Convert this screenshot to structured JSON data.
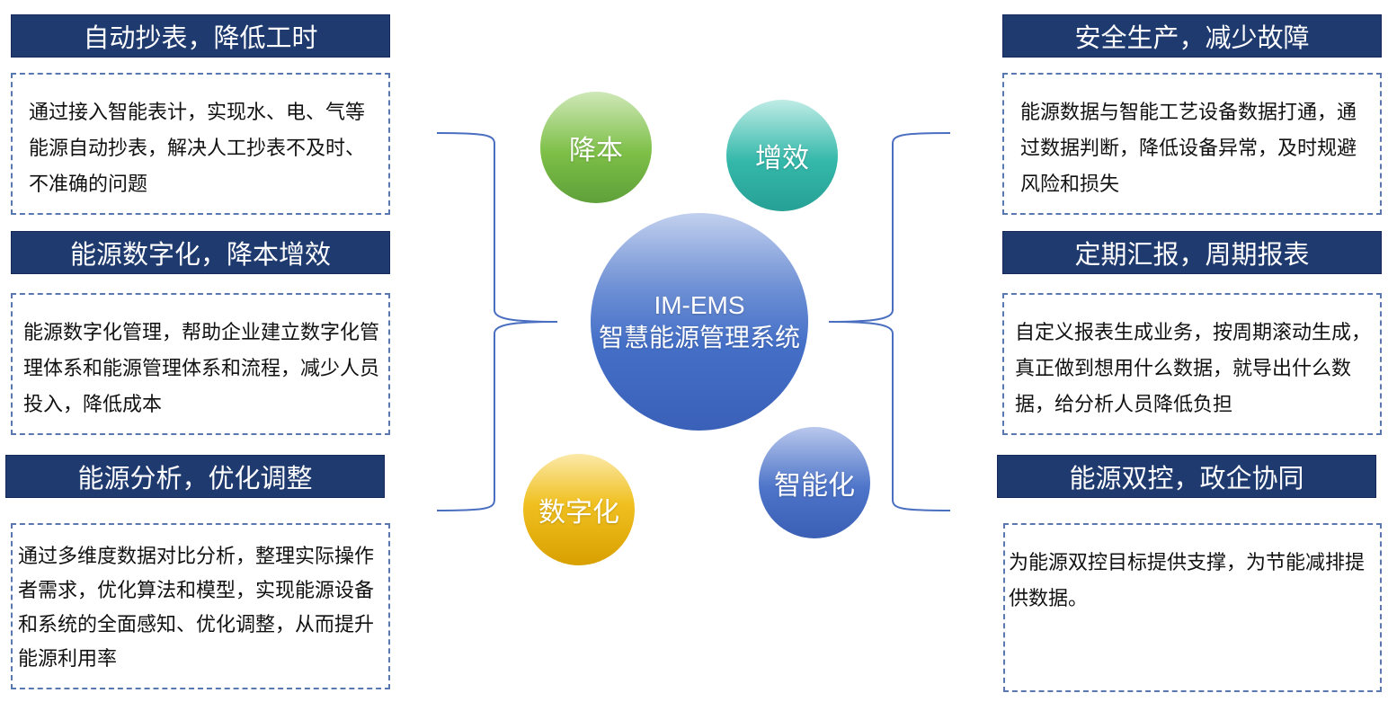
{
  "center": {
    "line1": "IM-EMS",
    "line2": "智慧能源管理系统"
  },
  "bubbles": [
    "降本",
    "增效",
    "数字化",
    "智能化"
  ],
  "left": [
    {
      "title": "自动抄表，降低工时",
      "text": "通过接入智能表计，实现水、电、气等能源自动抄表，解决人工抄表不及时、不准确的问题"
    },
    {
      "title": "能源数字化，降本增效",
      "text": "能源数字化管理，帮助企业建立数字化管理体系和能源管理体系和流程，减少人员投入，降低成本"
    },
    {
      "title": "能源分析，优化调整",
      "text": "通过多维度数据对比分析，整理实际操作者需求，优化算法和模型，实现能源设备和系统的全面感知、优化调整，从而提升能源利用率"
    }
  ],
  "right": [
    {
      "title": "安全生产，减少故障",
      "text": "能源数据与智能工艺设备数据打通，通过数据判断，降低设备异常，及时规避风险和损失"
    },
    {
      "title": "定期汇报，周期报表",
      "text": "自定义报表生成业务，按周期滚动生成，真正做到想用什么数据，就导出什么数据，给分析人员降低负担"
    },
    {
      "title": "能源双控，政企协同",
      "text": "为能源双控目标提供支撑，为节能减排提供数据。"
    }
  ]
}
